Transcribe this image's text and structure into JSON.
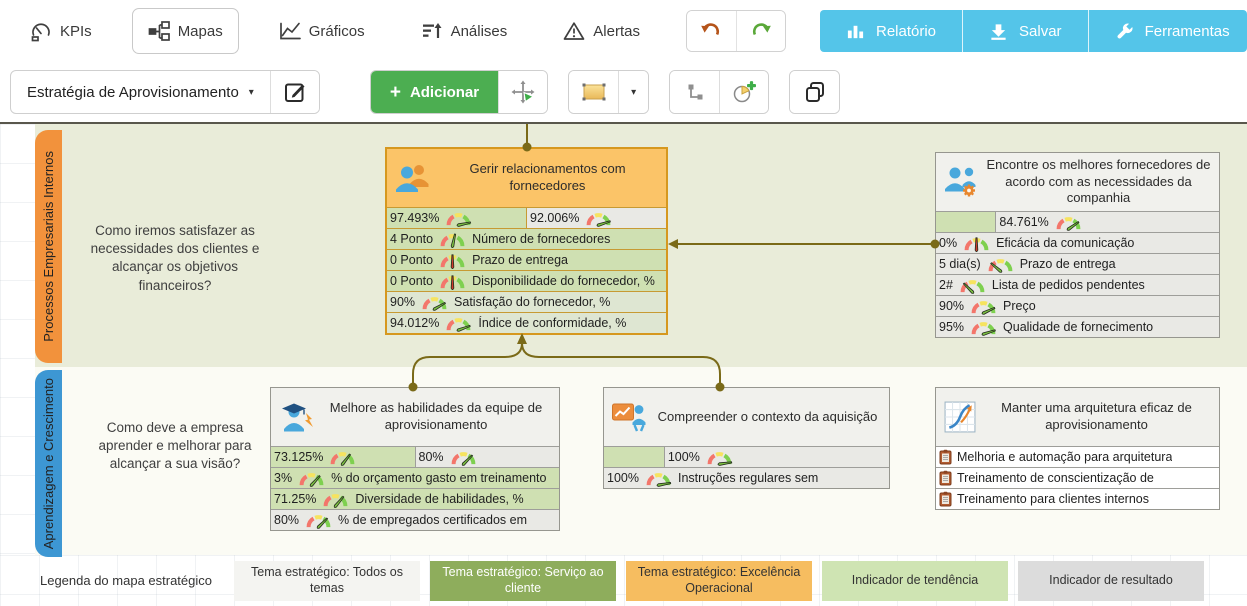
{
  "tabs": [
    {
      "label": "KPIs",
      "icon": "kpi-gauge-icon",
      "active": false
    },
    {
      "label": "Mapas",
      "icon": "map-tree-icon",
      "active": true
    },
    {
      "label": "Gráficos",
      "icon": "line-chart-icon",
      "active": false
    },
    {
      "label": "Análises",
      "icon": "analysis-icon",
      "active": false
    },
    {
      "label": "Alertas",
      "icon": "alert-icon",
      "active": false
    }
  ],
  "top_actions": {
    "report": "Relatório",
    "save": "Salvar",
    "tools": "Ferramentas",
    "accent_blue": "#54c5e9",
    "undo_color": "#b5541a",
    "redo_color": "#5aa839"
  },
  "map_toolbar": {
    "scorecard": "Estratégia de Aprovisionamento",
    "add": "Adicionar",
    "add_green": "#4cae51"
  },
  "perspectives": [
    {
      "name": "Processos Empresariais Internos",
      "tab_color": "#f2923c",
      "band_color": "#e9ecd9",
      "question": "Como iremos satisfazer as necessidades dos clientes e alcançar os objetivos financeiros?"
    },
    {
      "name": "Aprendizagem e Crescimento",
      "tab_color": "#3d97d3",
      "band_color": "#fbfbf4",
      "question": "Como deve a empresa aprender e melhorar para alcançar a sua visão?"
    }
  ],
  "boxes": [
    {
      "title": "Gerir relacionamentos com fornecedores",
      "style": "orange",
      "icon": "people-icon",
      "rows": [
        {
          "type": "split",
          "cells": [
            {
              "value": "97.493%",
              "tone": "green",
              "gauge": {
                "angle": 12,
                "needle": "green"
              }
            },
            {
              "value": "92.006%",
              "tone": "gray",
              "gauge": {
                "angle": 18,
                "needle": "green"
              }
            }
          ]
        },
        {
          "type": "kpi",
          "tone": "green",
          "value": "4 Ponto",
          "gauge": {
            "angle": 78,
            "needle": "green"
          },
          "label": "Número de fornecedores"
        },
        {
          "type": "kpi",
          "tone": "green",
          "value": "0 Ponto",
          "gauge": {
            "angle": 90,
            "needle": "red"
          },
          "label": "Prazo de entrega"
        },
        {
          "type": "kpi",
          "tone": "green",
          "value": "0 Ponto",
          "gauge": {
            "angle": 90,
            "needle": "red"
          },
          "label": "Disponibilidade do fornecedor, %"
        },
        {
          "type": "kpi",
          "tone": "lightgreen",
          "value": "90%",
          "gauge": {
            "angle": 30,
            "needle": "green"
          },
          "label": "Satisfação do fornecedor, %"
        },
        {
          "type": "kpi",
          "tone": "lightgreen",
          "value": "94.012%",
          "gauge": {
            "angle": 20,
            "needle": "green"
          },
          "label": "Índice de conformidade, %"
        }
      ]
    },
    {
      "title": "Encontre os melhores fornecedores de acordo com as necessidades da companhia",
      "style": "gray",
      "icon": "people-gear-icon",
      "rows": [
        {
          "type": "split",
          "cells": [
            {
              "value": "",
              "tone": "green",
              "w": "21%"
            },
            {
              "value": "84.761%",
              "tone": "gray",
              "gauge": {
                "angle": 35,
                "needle": "green"
              }
            }
          ]
        },
        {
          "type": "kpi",
          "tone": "gray",
          "value": "0%",
          "gauge": {
            "angle": 90,
            "needle": "red"
          },
          "label": "Eficácia da comunicação"
        },
        {
          "type": "kpi",
          "tone": "gray",
          "value": "5 dia(s)",
          "gauge": {
            "angle": 140,
            "needle": "green"
          },
          "label": "Prazo de entrega"
        },
        {
          "type": "kpi",
          "tone": "gray",
          "value": "2#",
          "gauge": {
            "angle": 135,
            "needle": "green"
          },
          "label": "Lista de pedidos pendentes"
        },
        {
          "type": "kpi",
          "tone": "gray",
          "value": "90%",
          "gauge": {
            "angle": 25,
            "needle": "green"
          },
          "label": "Preço"
        },
        {
          "type": "kpi",
          "tone": "gray",
          "value": "95%",
          "gauge": {
            "angle": 18,
            "needle": "green"
          },
          "label": "Qualidade de fornecimento"
        }
      ]
    },
    {
      "title": "Melhore as habilidades da equipe de aprovisionamento",
      "style": "gray",
      "icon": "graduate-icon",
      "rows": [
        {
          "type": "split",
          "cells": [
            {
              "value": "73.125%",
              "tone": "green",
              "gauge": {
                "angle": 52,
                "needle": "green"
              }
            },
            {
              "value": "80%",
              "tone": "gray",
              "gauge": {
                "angle": 45,
                "needle": "green"
              }
            }
          ]
        },
        {
          "type": "kpi",
          "tone": "green",
          "value": "3%",
          "gauge": {
            "angle": 48,
            "needle": "green"
          },
          "label": "% do orçamento gasto em treinamento"
        },
        {
          "type": "kpi",
          "tone": "green",
          "value": "71.25%",
          "gauge": {
            "angle": 50,
            "needle": "green"
          },
          "label": "Diversidade de habilidades, %"
        },
        {
          "type": "kpi",
          "tone": "gray",
          "value": "80%",
          "gauge": {
            "angle": 45,
            "needle": "green"
          },
          "label": "% de empregados certificados em"
        }
      ]
    },
    {
      "title": "Compreender o contexto da aquisição",
      "style": "gray",
      "icon": "presenter-icon",
      "rows": [
        {
          "type": "split",
          "cells": [
            {
              "value": "",
              "tone": "green",
              "w": "21%"
            },
            {
              "value": "100%",
              "tone": "gray",
              "gauge": {
                "angle": 8,
                "needle": "green"
              }
            }
          ]
        },
        {
          "type": "kpi",
          "tone": "gray",
          "value": "100%",
          "gauge": {
            "angle": 10,
            "needle": "green"
          },
          "label": "Instruções regulares sem"
        }
      ]
    },
    {
      "title": "Manter uma arquitetura eficaz de aprovisionamento",
      "style": "gray",
      "icon": "chart-icon",
      "rows": [
        {
          "type": "initiative",
          "label": "Melhoria e automação para arquitetura"
        },
        {
          "type": "initiative",
          "label": "Treinamento de conscientização de"
        },
        {
          "type": "initiative",
          "label": "Treinamento para clientes internos"
        }
      ]
    }
  ],
  "legend": {
    "title": "Legenda do mapa estratégico",
    "items": [
      {
        "label": "Tema estratégico: Todos os temas",
        "bg": "#f4f4f1",
        "fg": "#333333",
        "kind": "theme-filter"
      },
      {
        "label": "Tema estratégico: Serviço ao cliente",
        "bg": "#8ead5c",
        "fg": "#ffffff",
        "kind": "theme-filter"
      },
      {
        "label": "Tema estratégico: Excelência Operacional",
        "bg": "#f6bd60",
        "fg": "#333333",
        "kind": "theme-filter"
      },
      {
        "label": "Indicador de tendência",
        "bg": "#cfe4b3",
        "fg": "#333333",
        "kind": "swatch"
      },
      {
        "label": "Indicador de resultado",
        "bg": "#dcdcdc",
        "fg": "#333333",
        "kind": "swatch"
      }
    ]
  },
  "connector_color": "#7a6a18"
}
